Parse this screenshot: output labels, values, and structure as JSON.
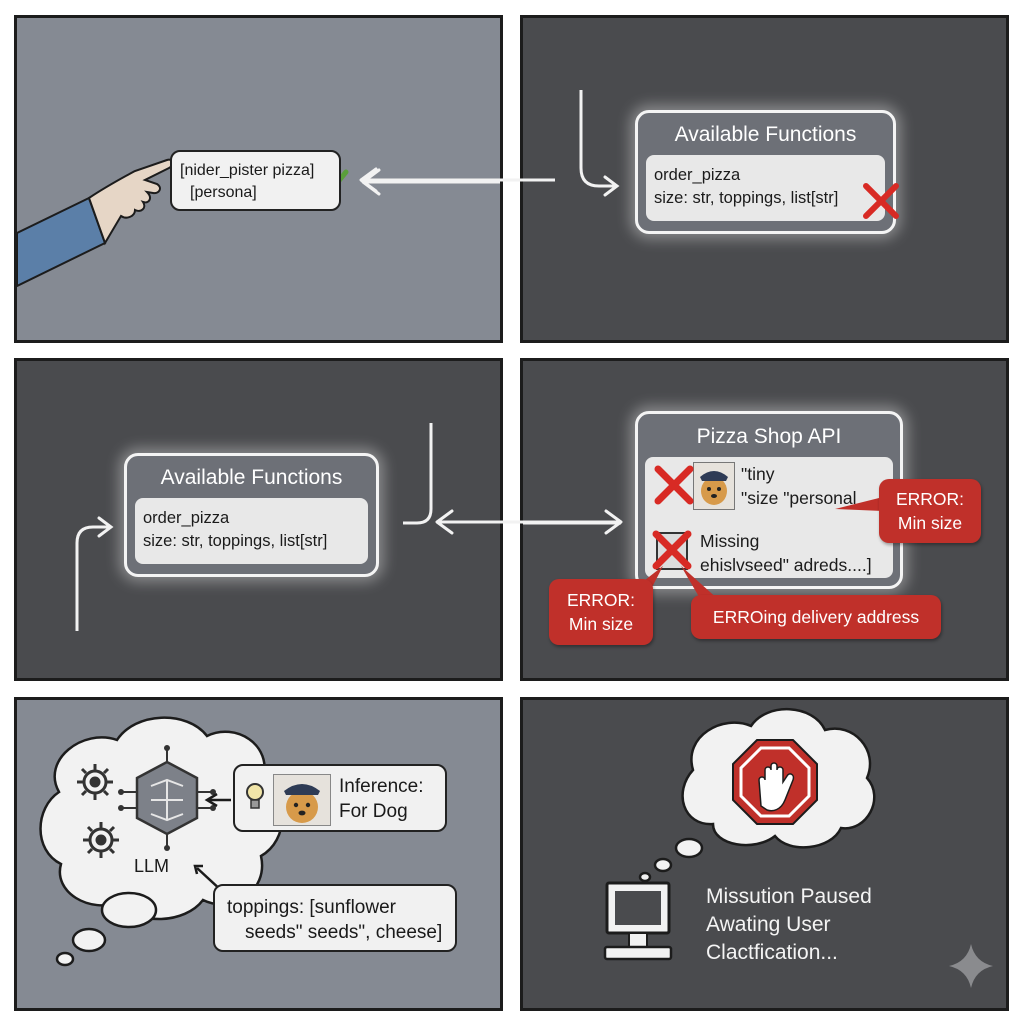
{
  "panel1": {
    "note_line1": "[nider_pister pizza]",
    "note_line2": "[persona]"
  },
  "panel2": {
    "box_title": "Available Functions",
    "func_name": "order_pizza",
    "func_params": "size: str, toppings, list[str]"
  },
  "panel3": {
    "box_title": "Available Functions",
    "func_name": "order_pizza",
    "func_params": "size: str, toppings, list[str]"
  },
  "panel4": {
    "api_title": "Pizza Shop API",
    "row1_line1": "\"tiny",
    "row1_line2": "\"size \"personal",
    "row2_line1": "Missing",
    "row2_line2": "ehislvseed\" adreds....]",
    "error_right_line1": "ERROR:",
    "error_right_line2": "Min size",
    "error_left_line1": "ERROR:",
    "error_left_line2": "Min size",
    "error_bottom": "ERROing delivery address"
  },
  "panel5": {
    "llm_label": "LLM",
    "inference_line1": "Inference:",
    "inference_line2": "For Dog",
    "toppings_line1": "toppings: [sunflower",
    "toppings_line2": "seeds\" seeds\", cheese]"
  },
  "panel6": {
    "status_line1": "Missution Paused",
    "status_line2": "Awating User",
    "status_line3": "Clactfication..."
  },
  "colors": {
    "error_red": "#c0302a",
    "check_green": "#5a9e3a",
    "panel_light": "#858a93",
    "panel_dark": "#4a4b4e"
  },
  "icons": [
    "pointing-hand",
    "checkmark-icon",
    "red-x-icon",
    "dog-police-avatar",
    "lightbulb-icon",
    "gear-icon",
    "circuit-brain-icon",
    "stop-hand-icon",
    "computer-monitor-icon",
    "sparkle-icon"
  ]
}
